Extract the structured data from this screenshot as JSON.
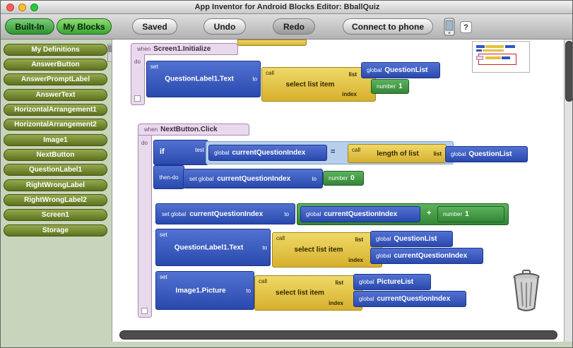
{
  "titlebar": {
    "title": "App Inventor for Android Blocks Editor: BballQuiz"
  },
  "toolbar": {
    "built_in": "Built-In",
    "my_blocks": "My Blocks",
    "saved": "Saved",
    "undo": "Undo",
    "redo": "Redo",
    "connect_to_phone": "Connect to phone",
    "help": "?"
  },
  "sidebar": {
    "items": [
      "My Definitions",
      "AnswerButton",
      "AnswerPromptLabel",
      "AnswerText",
      "HorizontalArrangement1",
      "HorizontalArrangement2",
      "Image1",
      "NextButton",
      "QuestionLabel1",
      "RightWrongLabel",
      "RightWrongLabel2",
      "Screen1",
      "Storage"
    ]
  },
  "kw": {
    "when": "when",
    "do": "do",
    "set": "set",
    "set_global": "set global",
    "to": "to",
    "call": "call",
    "global": "global",
    "number": "number",
    "if": "if",
    "test": "test",
    "then_do": "then-do",
    "list": "list",
    "index": "index",
    "eq": "=",
    "plus": "+"
  },
  "blocks": {
    "screen_init": {
      "event": "Screen1.Initialize",
      "set_target": "QuestionLabel1.Text",
      "call_name": "select list item",
      "list_value": "QuestionList",
      "index_value": "1"
    },
    "next_click": {
      "event": "NextButton.Click",
      "test_left": "currentQuestionIndex",
      "test_call": "length of list",
      "test_list": "QuestionList",
      "then_set": "currentQuestionIndex",
      "then_value": "0",
      "incr_set": "currentQuestionIndex",
      "incr_left": "currentQuestionIndex",
      "incr_value": "1",
      "set_label_target": "QuestionLabel1.Text",
      "set_label_call": "select list item",
      "set_label_list": "QuestionList",
      "set_label_index": "currentQuestionIndex",
      "set_image_target": "Image1.Picture",
      "set_image_call": "select list item",
      "set_image_list": "PictureList",
      "set_image_index": "currentQuestionIndex"
    }
  },
  "colors": {
    "block_blue": "#2f55c0",
    "block_yellow": "#e3c141",
    "block_green": "#3c9a40",
    "block_lavender": "#e9d9ed",
    "block_lightblue": "#b7cfec",
    "sidebar_green": "#66791f",
    "toolbar_green": "#3f9f3f"
  }
}
